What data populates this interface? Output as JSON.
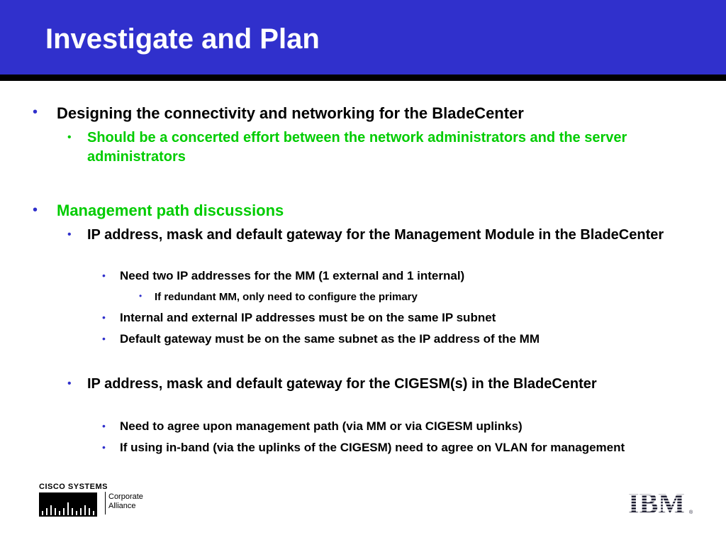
{
  "slide": {
    "title": "Investigate and Plan"
  },
  "colors": {
    "header_bg": "#3030cc",
    "header_text": "#ffffff",
    "bullet_blue": "#3030cc",
    "text_black": "#000000",
    "text_green": "#00cc00"
  },
  "bullets": {
    "b1": {
      "text": "Designing the connectivity and networking for the BladeCenter"
    },
    "b1_1": {
      "text": "Should be a concerted effort between the network administrators and the server administrators"
    },
    "b2": {
      "text": "Management path discussions"
    },
    "b2_1": {
      "text": "IP address, mask and default gateway for the Management Module in the BladeCenter"
    },
    "b2_1_1": {
      "text": "Need two IP addresses for the MM (1 external and 1 internal)"
    },
    "b2_1_1_1": {
      "text": "If redundant MM, only need to configure the primary"
    },
    "b2_1_2": {
      "text": "Internal and external IP addresses must be on the same IP subnet"
    },
    "b2_1_3": {
      "text": "Default gateway must be on the same subnet as the IP address of the MM"
    },
    "b2_2": {
      "text": "IP address, mask and default gateway for the CIGESM(s) in the BladeCenter"
    },
    "b2_2_1": {
      "text": "Need to agree upon management path (via MM or via CIGESM uplinks)"
    },
    "b2_2_2": {
      "text": "If using in-band (via the uplinks of the CIGESM) need to agree on VLAN for management"
    }
  },
  "footer": {
    "cisco_name": "CISCO SYSTEMS",
    "cisco_tag_line1": "Corporate",
    "cisco_tag_line2": "Alliance",
    "ibm_logo": "IBM"
  }
}
